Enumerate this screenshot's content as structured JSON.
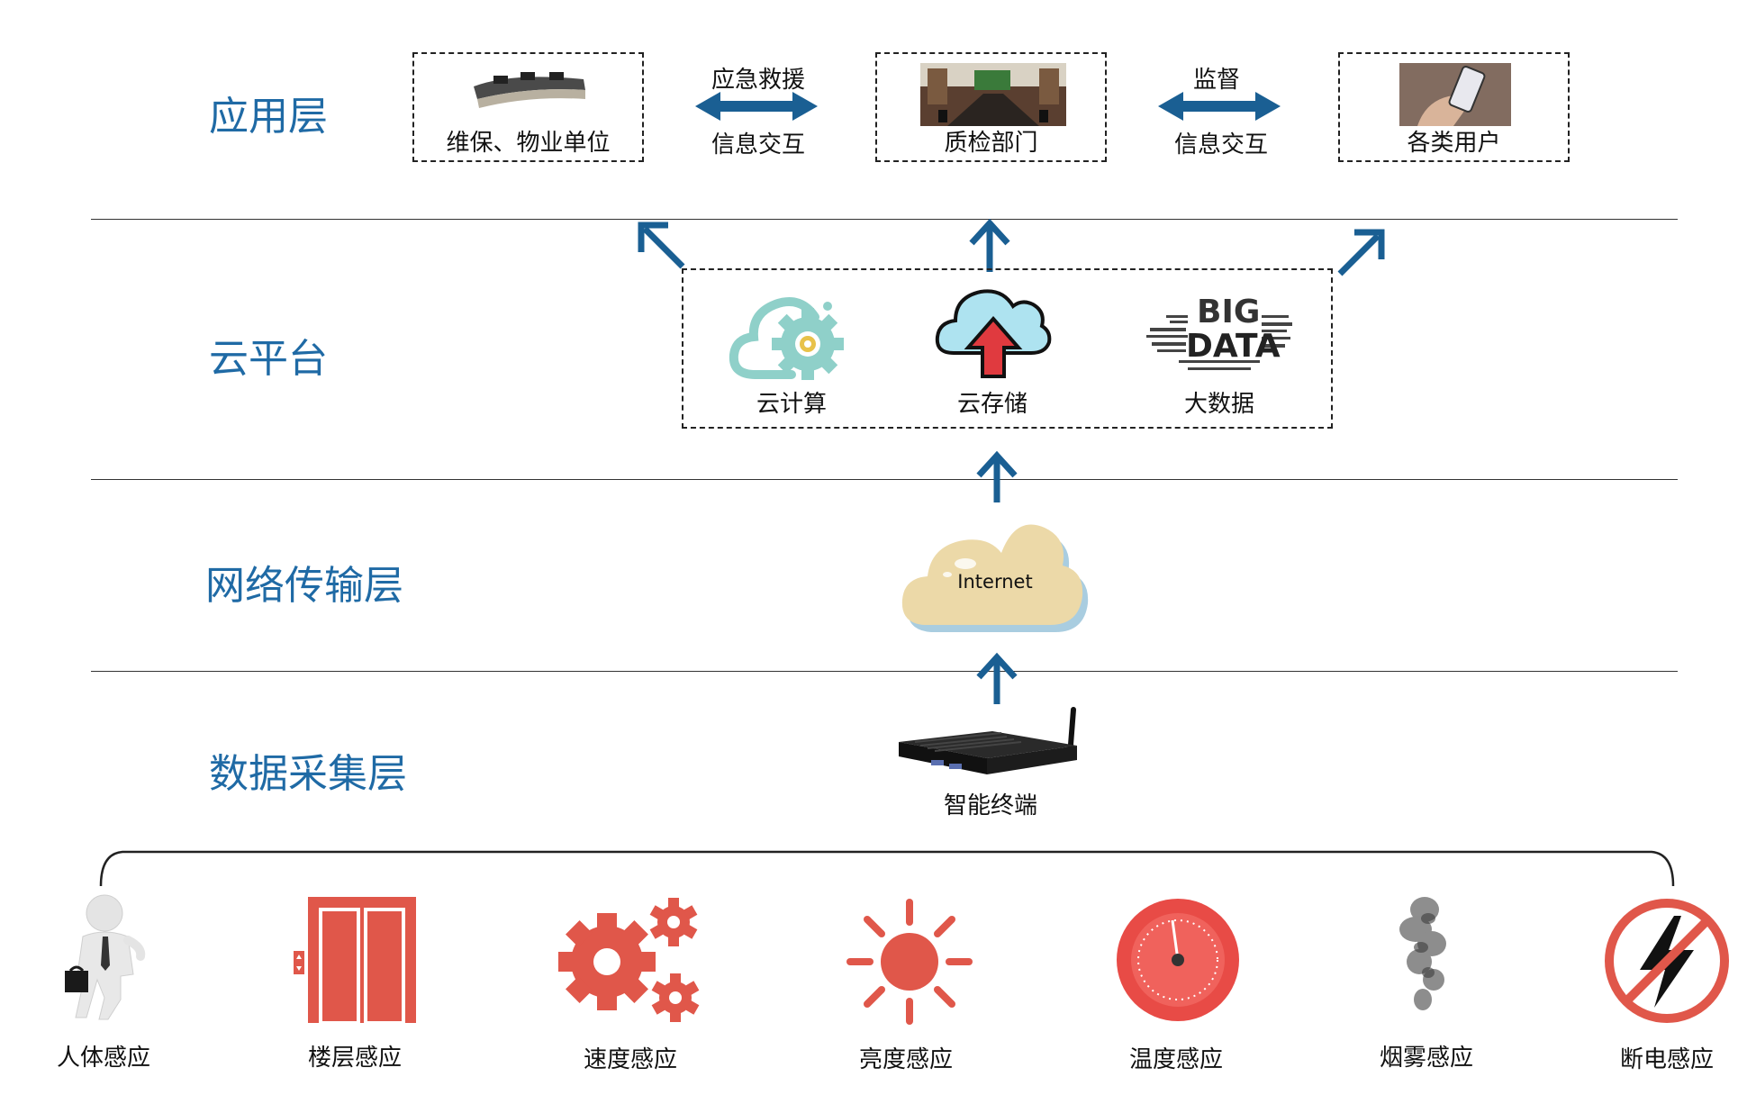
{
  "layers": {
    "application": "应用层",
    "cloud_platform": "云平台",
    "network": "网络传输层",
    "data_collection": "数据采集层"
  },
  "application_layer": {
    "boxes": [
      {
        "label": "维保、物业单位",
        "icon": "control-desk-image"
      },
      {
        "label": "质检部门",
        "icon": "conference-room-image"
      },
      {
        "label": "各类用户",
        "icon": "smartphone-hand-image"
      }
    ],
    "links": [
      {
        "top": "应急救援",
        "bottom": "信息交互"
      },
      {
        "top": "监督",
        "bottom": "信息交互"
      }
    ]
  },
  "cloud_layer": {
    "items": [
      {
        "label": "云计算",
        "icon": "cloud-gear-icon"
      },
      {
        "label": "云存储",
        "icon": "cloud-upload-icon"
      },
      {
        "label": "大数据",
        "icon": "big-data-wordcloud-icon",
        "art_text_1": "BIG",
        "art_text_2": "DATA"
      }
    ]
  },
  "network_layer": {
    "cloud_label": "Internet"
  },
  "collection_layer": {
    "terminal_label": "智能终端"
  },
  "sensors": [
    {
      "label": "人体感应",
      "icon": "businessman-icon"
    },
    {
      "label": "楼层感应",
      "icon": "elevator-door-icon"
    },
    {
      "label": "速度感应",
      "icon": "gears-icon"
    },
    {
      "label": "亮度感应",
      "icon": "sun-icon"
    },
    {
      "label": "温度感应",
      "icon": "gauge-icon"
    },
    {
      "label": "烟雾感应",
      "icon": "smoke-icon"
    },
    {
      "label": "断电感应",
      "icon": "power-off-icon"
    }
  ],
  "colors": {
    "layer_title": "#1f6aa5",
    "arrow": "#1a5f93",
    "sensor_red": "#e0574a",
    "internet_cloud": "#ecd9a8",
    "cloud_teal": "#8fd0c9"
  }
}
